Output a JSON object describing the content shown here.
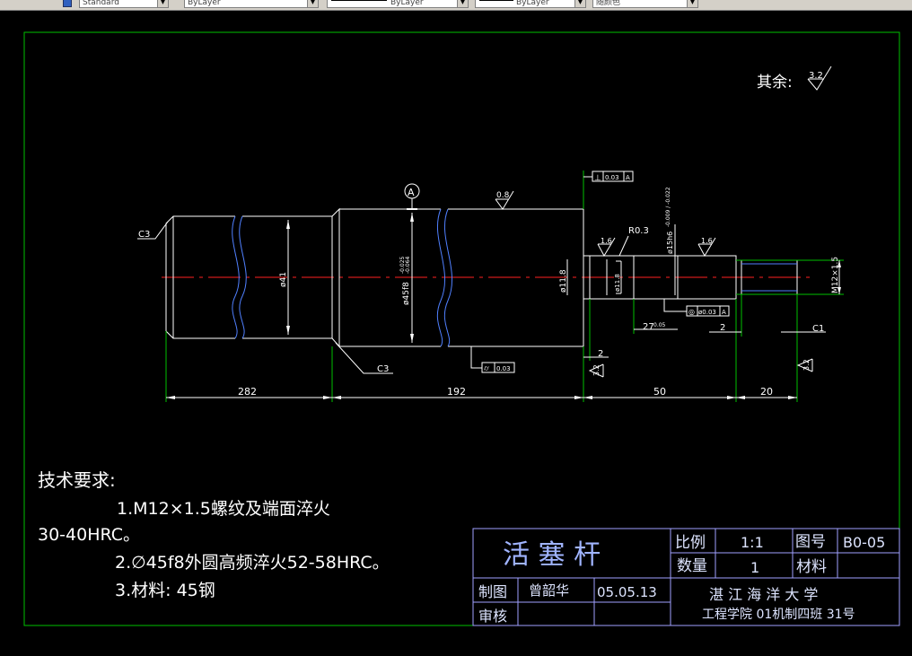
{
  "toolbar": {
    "text_style": "Standard",
    "layer": "ByLayer",
    "linetype": "ByLayer",
    "lineweight": "ByLayer",
    "color": "随颜色"
  },
  "colors": {
    "background": "#000000",
    "border": "#00c000",
    "outline": "#ffffff",
    "center_line": "#ff2020",
    "break_line": "#5080ff",
    "text": "#ffffff",
    "title_text": "#a0b4ff",
    "title_label": "#dde4ff",
    "title_line": "#a0a0ff"
  },
  "roughness": {
    "label": "其余:",
    "value": "3.2",
    "r08": "0.8",
    "r16a": "1.6",
    "r16b": "1.6",
    "r32a": "3.2",
    "r32b": "3.2"
  },
  "datum": {
    "letter": "A"
  },
  "labels": {
    "c3_left": "C3",
    "c3_mid": "C3",
    "c1": "C1",
    "dia41": "ø41",
    "dia45": "ø45f8",
    "dia45_tol_upper": "-0.025",
    "dia45_tol_lower": "-0.064",
    "dia11_8": "ø11.8",
    "dia11_8_small": "ø11.8",
    "dia15": "ø15h6",
    "dia15_tol": "-0.009 / -0.022",
    "r03": "R0.3",
    "m12": "M12×1.5",
    "groove_width": "27",
    "groove_tol": "0.05",
    "two_a": "2",
    "two_b": "2"
  },
  "tolerance_frames": {
    "perp": {
      "symbol": "⊥",
      "value": "0.03",
      "datum": "A"
    },
    "runout": {
      "symbol": "◎",
      "value": "ø0.03",
      "datum": "A"
    },
    "cyl": {
      "symbol": "⌭",
      "value": "0.03"
    }
  },
  "dimensions": {
    "d282": "282",
    "d192": "192",
    "d50": "50",
    "d20": "20"
  },
  "notes": {
    "title": "技术要求:",
    "line1": "1.M12×1.5螺纹及端面淬火",
    "line1b": "30-40HRC。",
    "line2": "2.∅45f8外圆高频淬火52-58HRC。",
    "line3": "3.材料: 45钢"
  },
  "titleblock": {
    "part_name": "活 塞 杆",
    "scale_label": "比例",
    "scale_value": "1:1",
    "drawing_no_label": "图号",
    "drawing_no": "B0-05",
    "qty_label": "数量",
    "qty_value": "1",
    "material_label": "材料",
    "drawn_label": "制图",
    "drawn_by": "曾韶华",
    "date": "05.05.13",
    "checked_label": "审核",
    "school": "湛 江 海 洋 大 学",
    "dept": "工程学院 01机制四班 31号"
  }
}
